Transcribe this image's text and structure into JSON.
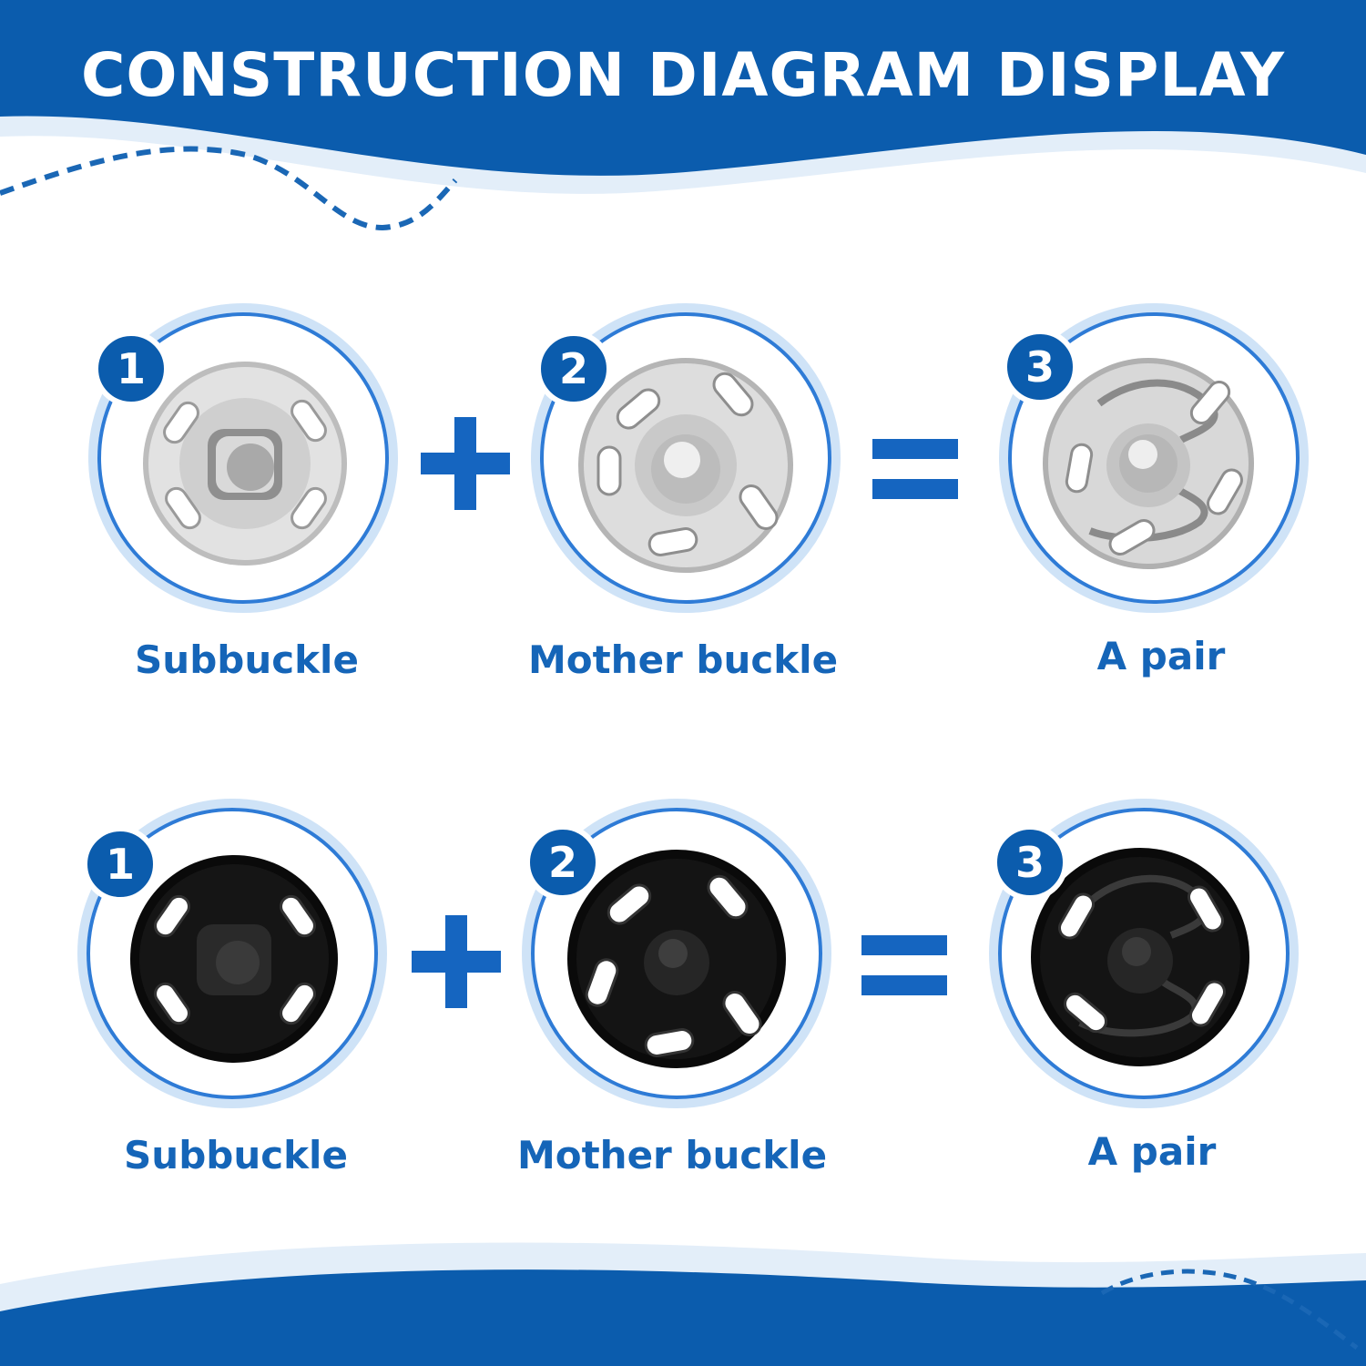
{
  "header": {
    "title": "CONSTRUCTION DIAGRAM DISPLAY"
  },
  "colors": {
    "brand_blue": "#0b5cad",
    "label_blue": "#1565b8",
    "ring_blue": "#2e7bd6",
    "ring_light": "#cfe3f7",
    "silver": "#c9c9c9",
    "black": "#111111"
  },
  "rows": [
    {
      "variant": "silver",
      "steps": [
        {
          "number": "1",
          "label": "Subbuckle"
        },
        {
          "number": "2",
          "label": "Mother buckle"
        },
        {
          "number": "3",
          "label": "A pair"
        }
      ]
    },
    {
      "variant": "black",
      "steps": [
        {
          "number": "1",
          "label": "Subbuckle"
        },
        {
          "number": "2",
          "label": "Mother buckle"
        },
        {
          "number": "3",
          "label": "A pair"
        }
      ]
    }
  ],
  "icons": {
    "plus": "plus-icon",
    "equals": "equals-icon",
    "subbuckle": "subbuckle-snap-icon",
    "mother": "mother-buckle-snap-icon",
    "pair": "snap-pair-icon"
  }
}
